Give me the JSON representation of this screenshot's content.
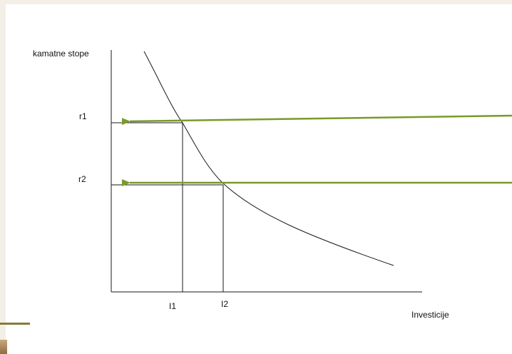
{
  "diagram": {
    "y_axis_label": "kamatne stope",
    "x_axis_label": "Investicije",
    "rate_labels": [
      "r1",
      "r2"
    ],
    "investment_labels": [
      "I1",
      "I2"
    ],
    "colors": {
      "arrow": "#7a9a2a",
      "curve": "#1a1a1a",
      "axes": "#1a1a1a",
      "accent": "#8a7a3a"
    }
  }
}
